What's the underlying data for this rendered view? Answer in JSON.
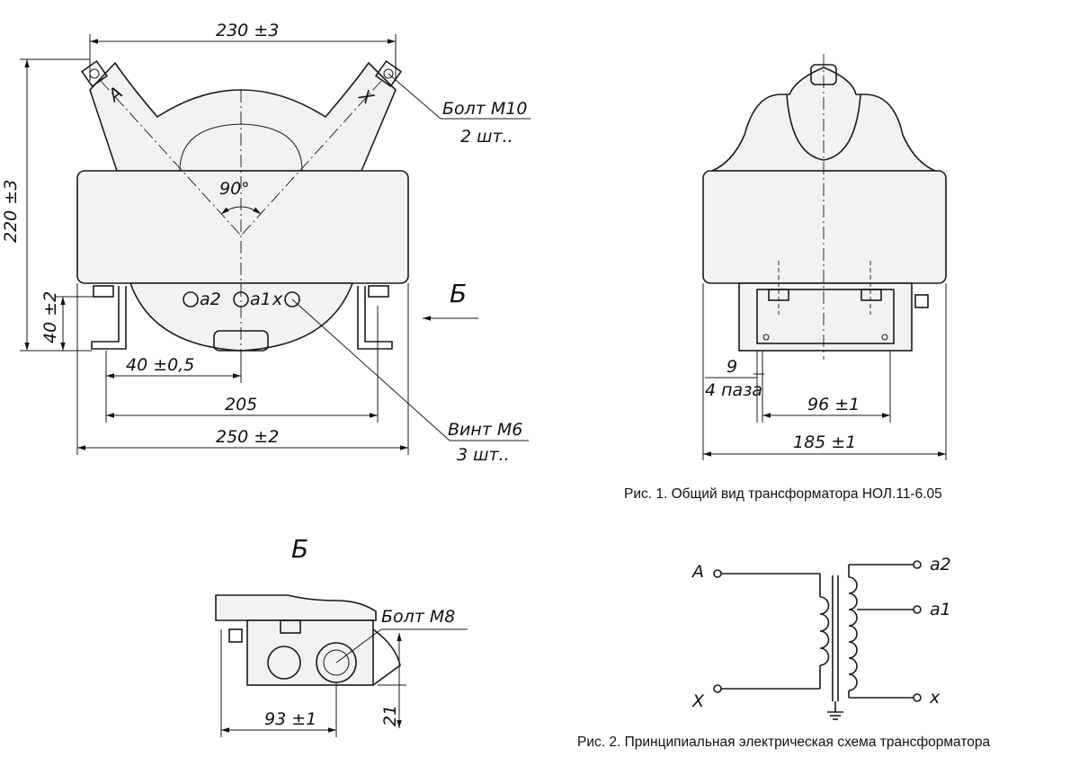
{
  "figure1": {
    "caption": "Рис. 1. Общий вид трансформатора НОЛ.11-6.05",
    "front_view": {
      "dim_width_top": "230 ±3",
      "dim_height": "220 ±3",
      "dim_foot_height": "40 ±2",
      "dim_offset": "40 ±0,5",
      "dim_mount": "205",
      "dim_width_base": "250 ±2",
      "angle": "90°",
      "terminal_A": "A",
      "terminal_X": "X",
      "term_a2": "a2",
      "term_a1": "a1",
      "term_x": "x",
      "bolt_label": "Болт М10",
      "bolt_qty": "2 шт..",
      "screw_label": "Винт М6",
      "screw_qty": "3 шт..",
      "view_arrow_label": "Б"
    },
    "side_view": {
      "dim_slot": "9",
      "slot_qty": "4 паза",
      "dim_inner": "96 ±1",
      "dim_outer": "185 ±1"
    }
  },
  "view_b": {
    "title": "Б",
    "bolt_label": "Болт М8",
    "dim_width": "93 ±1",
    "dim_height": "21"
  },
  "figure2": {
    "caption": "Рис. 2. Принципиальная электрическая схема трансформатора",
    "primary_top": "A",
    "primary_bottom": "X",
    "secondary_a2": "a2",
    "secondary_a1": "a1",
    "secondary_x": "x"
  }
}
